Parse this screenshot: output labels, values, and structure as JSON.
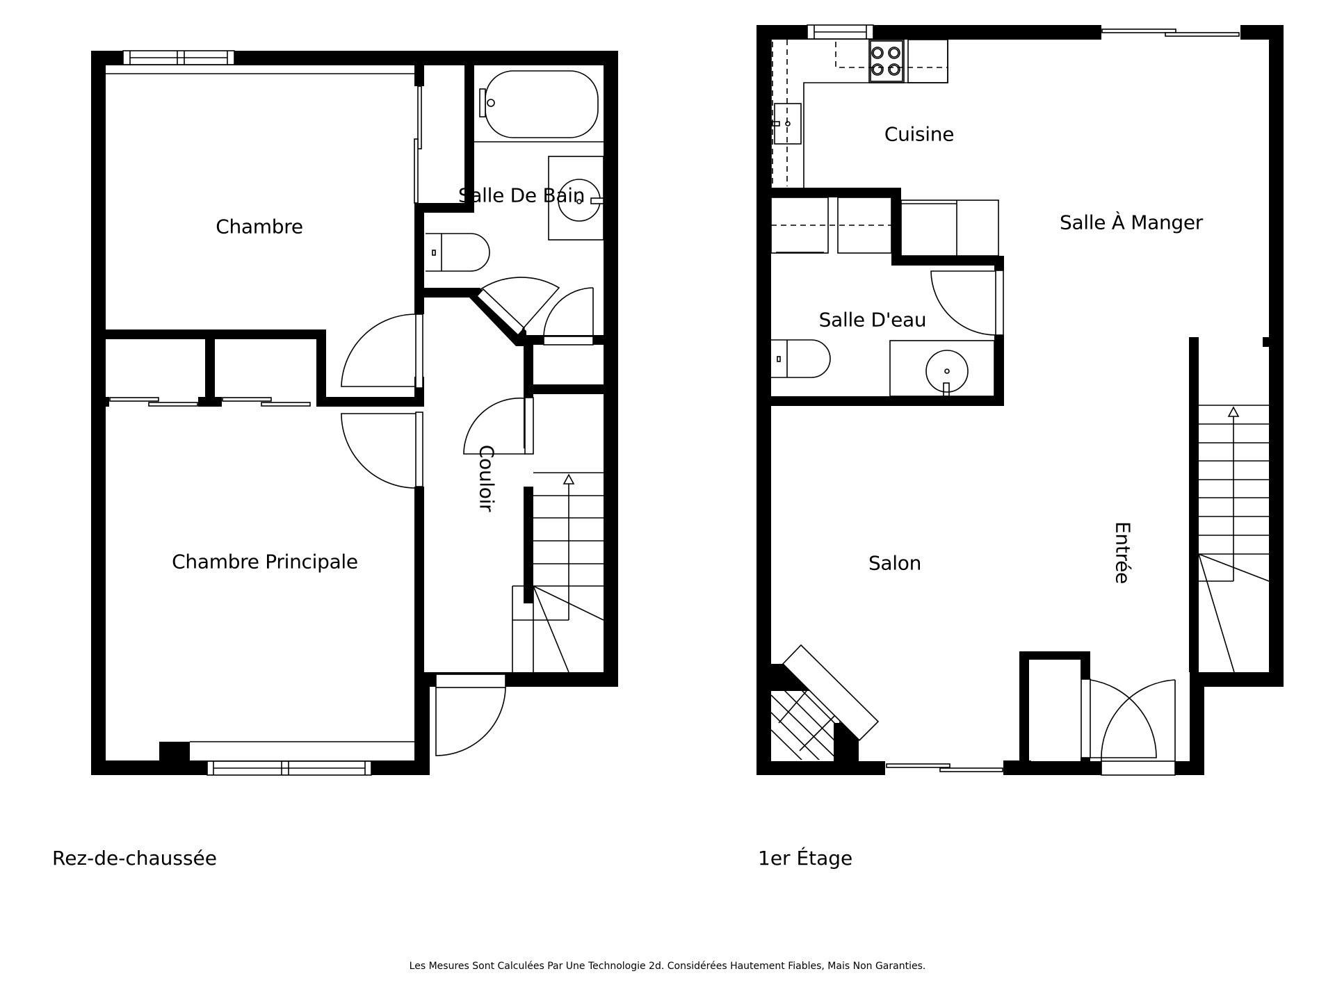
{
  "floors": [
    {
      "label": "Rez-de-chaussée",
      "rooms": [
        {
          "name": "Chambre"
        },
        {
          "name": "Salle De Bain"
        },
        {
          "name": "Couloir"
        },
        {
          "name": "Chambre Principale"
        }
      ]
    },
    {
      "label": "1er Étage",
      "rooms": [
        {
          "name": "Cuisine"
        },
        {
          "name": "Salle À Manger"
        },
        {
          "name": "Salle D'eau"
        },
        {
          "name": "Salon"
        },
        {
          "name": "Entrée"
        }
      ]
    }
  ],
  "footer": {
    "disclaimer": "Les Mesures Sont Calculées Par Une Technologie 2d. Considérées Hautement Fiables, Mais Non Garanties."
  },
  "colors": {
    "wall": "#000000",
    "background": "#ffffff"
  }
}
